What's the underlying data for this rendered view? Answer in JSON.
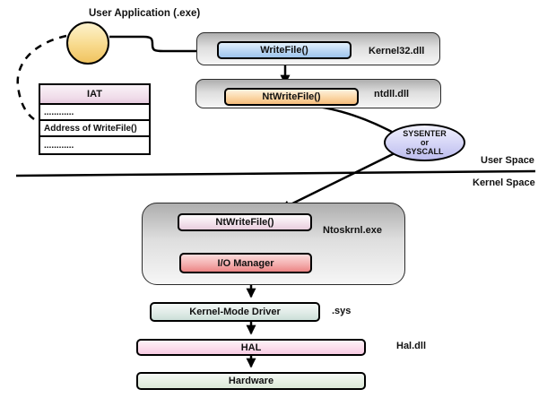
{
  "title": "User Application (.exe)",
  "iat": {
    "header": "IAT",
    "rows": [
      "............",
      "Address of WriteFile()",
      "............"
    ]
  },
  "kernel32": {
    "box_label": "WriteFile()",
    "module_label": "Kernel32.dll"
  },
  "ntdll": {
    "box_label": "NtWriteFile()",
    "module_label": "ntdll.dll"
  },
  "syscall_gate": {
    "lines": [
      "SYSENTER",
      "or",
      "SYSCALL"
    ]
  },
  "spaces": {
    "user": "User Space",
    "kernel": "Kernel Space"
  },
  "ntoskrnl": {
    "box1_label": "NtWriteFile()",
    "box2_label": "I/O Manager",
    "module_label": "Ntoskrnl.exe"
  },
  "driver": {
    "box_label": "Kernel-Mode Driver",
    "module_label": ".sys"
  },
  "hal": {
    "box_label": "HAL",
    "module_label": "Hal.dll"
  },
  "hardware": {
    "box_label": "Hardware"
  },
  "colors": {
    "circle_fill": "#f5cd73",
    "writefile_box": "#9fc5ed",
    "ntwritefile_box": "#f6bd7c",
    "syscall_ellipse": "#bcbcee",
    "kernel_ntwritefile_box": "#e7cddd",
    "io_manager_box": "#ec8585",
    "driver_box": "#cbdfd8",
    "hal_box": "#f8cbe3",
    "hardware_box": "#dbe9d7",
    "iat_header": "#e6cade",
    "container_gray": "#c9c9c9",
    "line": "#000000"
  }
}
